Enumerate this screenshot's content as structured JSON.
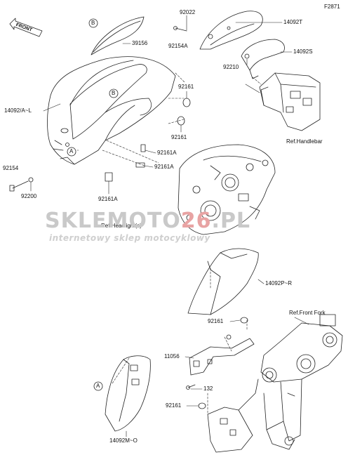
{
  "diagram": {
    "code": "F2871",
    "direction_label": "FRONT",
    "callouts": [
      "B",
      "B",
      "A",
      "A"
    ],
    "labels": {
      "p39156": "39156",
      "p92022": "92022",
      "p92154A": "92154A",
      "p14092T": "14092T",
      "p14092S": "14092S",
      "p92210": "92210",
      "p14092AL": "14092/A~L",
      "p92161a": "92161",
      "p92161b": "92161",
      "p92161A1": "92161A",
      "p92161A2": "92161A",
      "p92161A3": "92161A",
      "p92154": "92154",
      "p92200": "92200",
      "refHandlebar": "Ref.Handlebar",
      "refHeadlight": "Ref.Headlight(s)",
      "p14092PR": "14092P~R",
      "refFrontFork": "Ref.Front Fork",
      "p92161c": "92161",
      "p11056": "11056",
      "p132": "132",
      "p92161d": "92161",
      "p14092MO": "14092M~O"
    }
  },
  "watermark": {
    "main_left": "SKLE",
    "main_mid": "MOTO",
    "main_right": "26",
    "main_tail": ".PL",
    "sub": "internetowy sklep motocyklowy"
  }
}
